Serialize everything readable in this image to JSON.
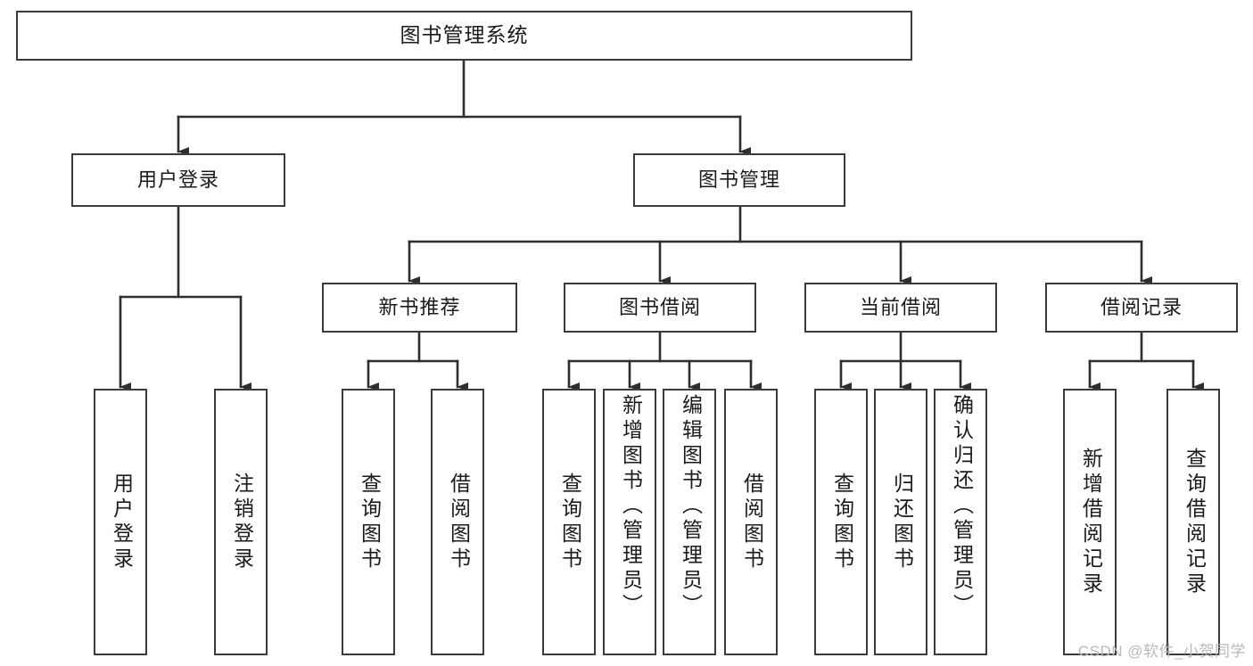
{
  "diagram": {
    "title": "图书管理系统",
    "type": "tree-hierarchy-chart",
    "watermark": "CSDN @软件_小贺同学",
    "colors": {
      "box_border": "#3b3b3b",
      "box_fill": "#ffffff",
      "connector": "#2e2e2e",
      "text": "#1a1a1a",
      "watermark": "#b9b9b9"
    }
  },
  "nodes": {
    "root": {
      "label": "图书管理系统"
    },
    "level2": [
      {
        "label": "用户登录"
      },
      {
        "label": "图书管理"
      }
    ],
    "level3": [
      {
        "label": "新书推荐"
      },
      {
        "label": "图书借阅"
      },
      {
        "label": "当前借阅"
      },
      {
        "label": "借阅记录"
      }
    ],
    "leaves": {
      "user_login": [
        {
          "label": "用户登录"
        },
        {
          "label": "注销登录"
        }
      ],
      "new_book_recommend": [
        {
          "label": "查询图书"
        },
        {
          "label": "借阅图书"
        }
      ],
      "book_borrow": [
        {
          "label": "查询图书"
        },
        {
          "label": "新增图书（管理员）"
        },
        {
          "label": "编辑图书（管理员）"
        },
        {
          "label": "借阅图书"
        }
      ],
      "current_borrow": [
        {
          "label": "查询图书"
        },
        {
          "label": "归还图书"
        },
        {
          "label": "确认归还（管理员）"
        }
      ],
      "borrow_record": [
        {
          "label": "新增借阅记录"
        },
        {
          "label": "查询借阅记录"
        }
      ]
    }
  }
}
